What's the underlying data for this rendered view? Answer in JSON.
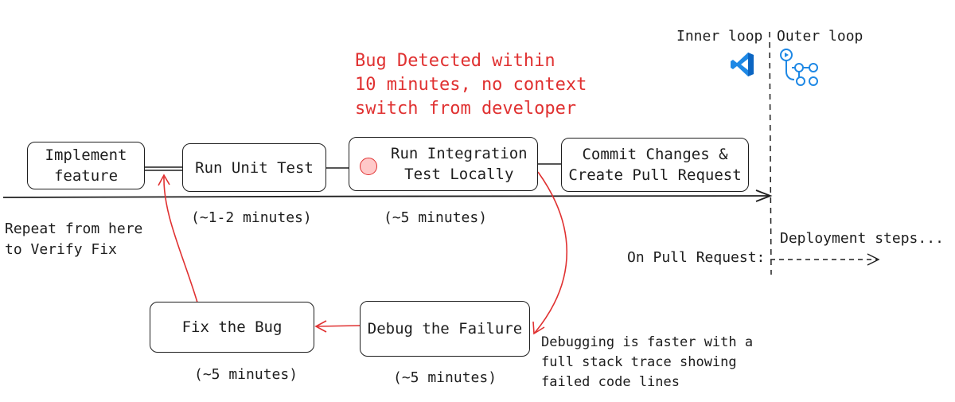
{
  "annotation_main": "Bug Detected within\n10 minutes, no context\nswitch from developer",
  "loops": {
    "inner": "Inner loop",
    "outer": "Outer loop",
    "vscode_icon": "vscode-icon",
    "actions_icon": "github-actions-icon"
  },
  "steps": {
    "implement": "Implement\nfeature",
    "unit_test": "Run Unit Test",
    "integration": "Run Integration\nTest Locally",
    "commit": "Commit Changes &\nCreate Pull Request",
    "fix": "Fix the Bug",
    "debug": "Debug the Failure"
  },
  "durations": {
    "unit_test": "(~1-2 minutes)",
    "integration": "(~5 minutes)",
    "fix": "(~5 minutes)",
    "debug": "(~5 minutes)"
  },
  "notes": {
    "repeat": "Repeat from here\nto Verify Fix",
    "debugging": "Debugging is faster with a\nfull stack trace showing\nfailed code lines",
    "on_pr": "On Pull Request:",
    "deployment": "Deployment steps..."
  },
  "colors": {
    "accent": "#e03131",
    "stroke": "#1e1e1e",
    "icon_blue": "#1e88e5"
  }
}
